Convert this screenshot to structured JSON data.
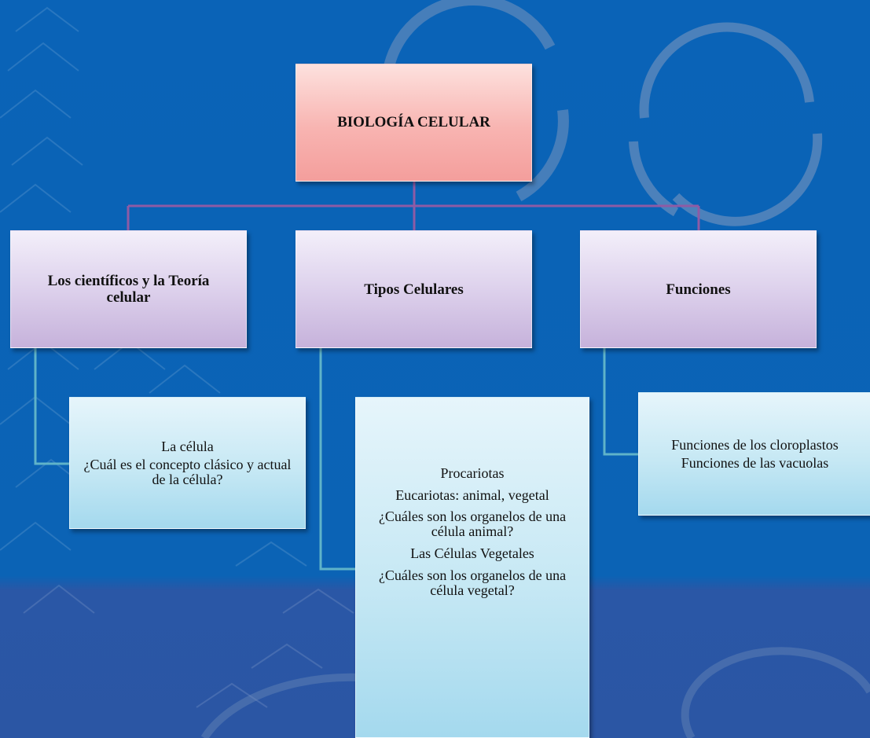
{
  "colors": {
    "background": "#0b63b5",
    "root_fill": "#f8b4b1",
    "category_fill": "#ddd1ec",
    "leaf_fill": "#c6e8f4",
    "connector_root": "#8e5ba5",
    "connector_leaf": "#5fb3c9"
  },
  "root": {
    "label": "BIOLOGÍA CELULAR"
  },
  "categories": [
    {
      "label": "Los científicos y la Teoría celular",
      "details": [
        "La célula",
        "¿Cuál es el concepto clásico y actual de la célula?"
      ]
    },
    {
      "label": "Tipos Celulares",
      "details": [
        "Procariotas",
        "Eucariotas: animal, vegetal",
        "¿Cuáles son los organelos de una célula animal?",
        "Las Células Vegetales",
        "¿Cuáles son los organelos de una célula vegetal?"
      ]
    },
    {
      "label": "Funciones",
      "details": [
        "Funciones de los cloroplastos",
        "Funciones de las vacuolas"
      ]
    }
  ]
}
